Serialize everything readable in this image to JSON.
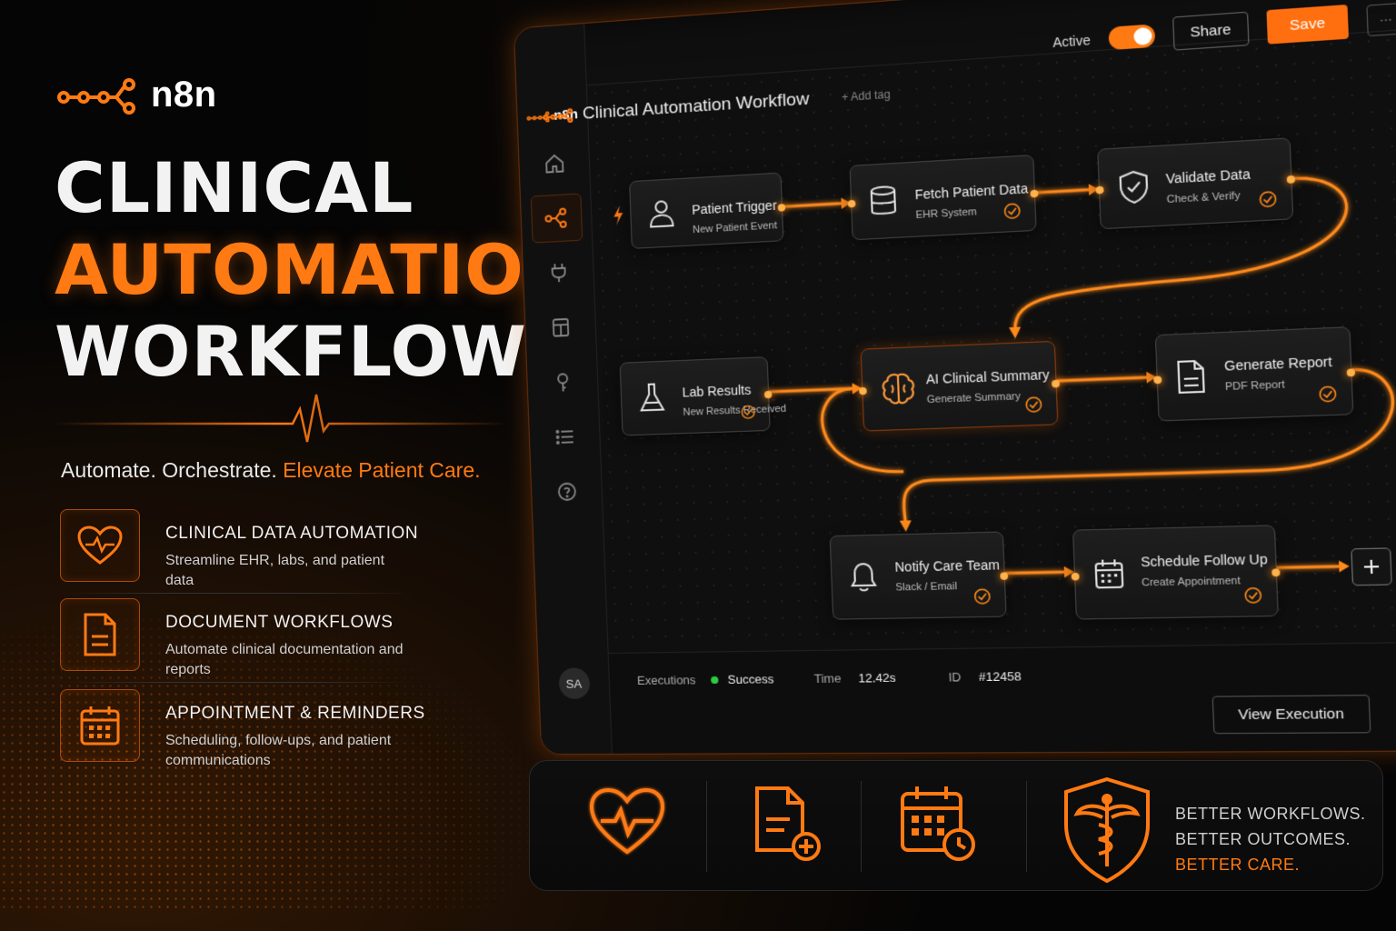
{
  "brand": {
    "name": "n8n"
  },
  "hero": {
    "line1": "CLINICAL",
    "line2": "AUTOMATION",
    "line3": "WORKFLOWS"
  },
  "tagline": {
    "part1": "Automate. Orchestrate. ",
    "highlight": "Elevate Patient Care."
  },
  "features": [
    {
      "icon": "heart-pulse-icon",
      "title": "CLINICAL DATA AUTOMATION",
      "desc": "Streamline EHR, labs, and patient data"
    },
    {
      "icon": "document-icon",
      "title": "DOCUMENT WORKFLOWS",
      "desc": "Automate clinical documentation and reports"
    },
    {
      "icon": "calendar-icon",
      "title": "APPOINTMENT & REMINDERS",
      "desc": "Scheduling, follow-ups, and patient communications"
    }
  ],
  "app": {
    "sidebar": {
      "logo": "n8n",
      "avatar": "SA"
    },
    "workflow_title": "Clinical Automation Workflow",
    "add_tag": "+ Add tag",
    "active_label": "Active",
    "share_label": "Share",
    "save_label": "Save",
    "more_label": "···",
    "nodes": [
      {
        "id": "patient-trigger",
        "title": "Patient Trigger",
        "sub": "New Patient Event"
      },
      {
        "id": "fetch-patient-data",
        "title": "Fetch Patient Data",
        "sub": "EHR System"
      },
      {
        "id": "validate-data",
        "title": "Validate Data",
        "sub": "Check & Verify"
      },
      {
        "id": "lab-results",
        "title": "Lab Results",
        "sub": "New Results Received"
      },
      {
        "id": "ai-clinical-summary",
        "title": "AI Clinical Summary",
        "sub": "Generate Summary"
      },
      {
        "id": "generate-report",
        "title": "Generate Report",
        "sub": "PDF Report"
      },
      {
        "id": "notify-care-team",
        "title": "Notify Care Team",
        "sub": "Slack / Email"
      },
      {
        "id": "schedule-follow-up",
        "title": "Schedule Follow Up",
        "sub": "Create Appointment"
      }
    ],
    "executions": {
      "label": "Executions",
      "status": "Success",
      "time_label": "Time",
      "time_value": "12.42s",
      "id_label": "ID",
      "id_value": "#12458",
      "view_label": "View Execution"
    }
  },
  "bottom": {
    "line1": "BETTER WORKFLOWS.",
    "line2": "BETTER OUTCOMES.",
    "line3": "BETTER CARE."
  },
  "colors": {
    "accent": "#ff7a12",
    "background": "#050505",
    "success": "#2ecc40"
  }
}
